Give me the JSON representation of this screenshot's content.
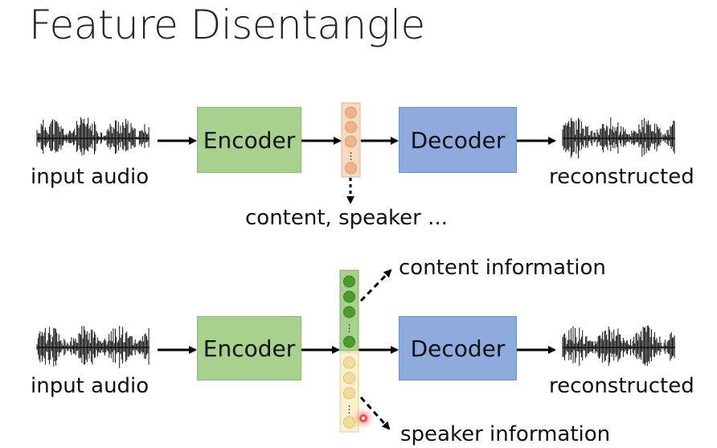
{
  "title": "Feature Disentangle",
  "top_row": {
    "input_label": "input audio",
    "encoder_label": "Encoder",
    "decoder_label": "Decoder",
    "output_label": "reconstructed",
    "latent_caption": "content, speaker ..."
  },
  "bottom_row": {
    "input_label": "input audio",
    "encoder_label": "Encoder",
    "decoder_label": "Decoder",
    "output_label": "reconstructed",
    "content_caption": "content information",
    "speaker_caption": "speaker information"
  },
  "colors": {
    "encoder": "#a9d18e",
    "decoder": "#8faadc",
    "latent_orange": "#f4c7a8",
    "latent_green": "#70ad47",
    "latent_yellow": "#f6e0a8"
  }
}
